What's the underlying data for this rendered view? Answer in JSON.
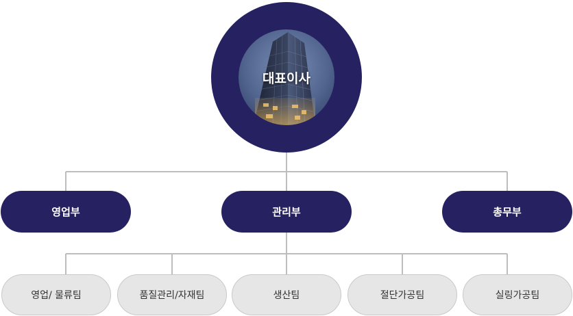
{
  "ceo": {
    "label": "대표이사"
  },
  "departments": [
    {
      "label": "영업부"
    },
    {
      "label": "관리부"
    },
    {
      "label": "총무부"
    }
  ],
  "teams": [
    {
      "label": "영업/ 물류팀"
    },
    {
      "label": "품질관리/자재팀"
    },
    {
      "label": "생산팀"
    },
    {
      "label": "절단가공팀"
    },
    {
      "label": "실링가공팀"
    }
  ],
  "colors": {
    "primary_navy": "#262261",
    "team_gray": "#e6e6e6",
    "connector": "#bdbdbd"
  }
}
